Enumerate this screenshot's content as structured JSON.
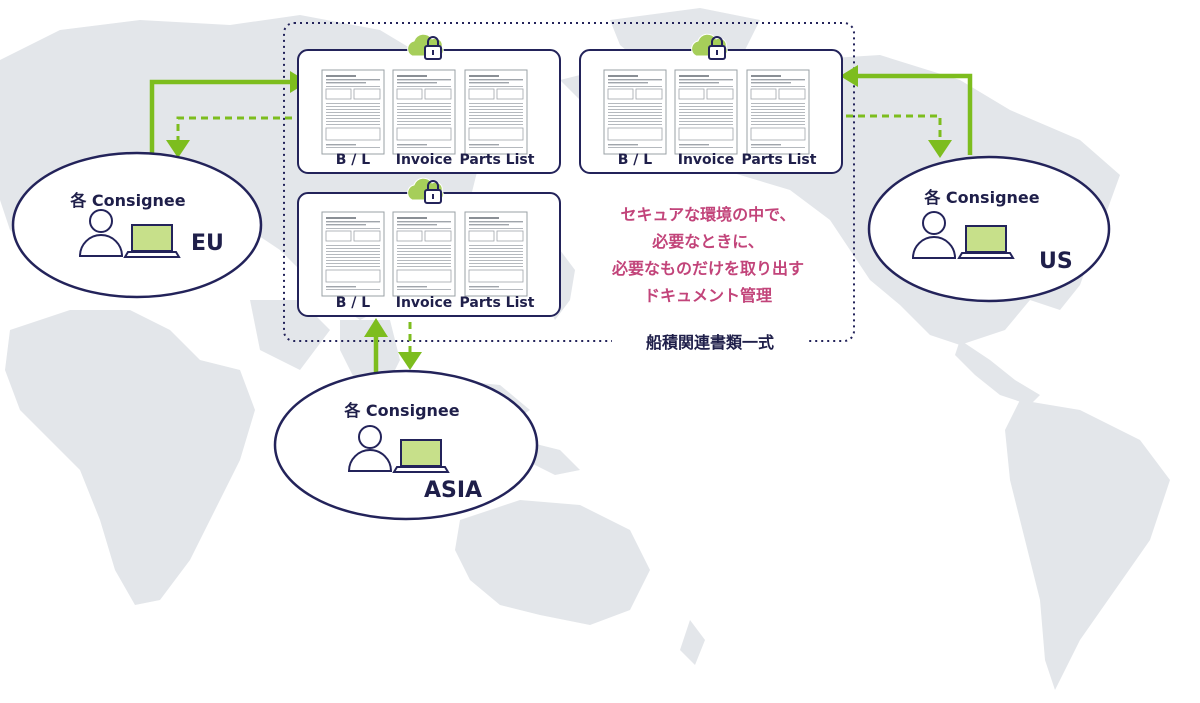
{
  "colors": {
    "map": "#e3e6ea",
    "navy": "#23235a",
    "green": "#7dbd1e",
    "message": "#c2447a",
    "screen": "#c7e08a",
    "cloud": "#a6ce5a"
  },
  "documents": {
    "bl": "B / L",
    "invoice": "Invoice",
    "parts": "Parts List"
  },
  "consignee": {
    "label": "各 Consignee",
    "regions": {
      "eu": "EU",
      "us": "US",
      "asia": "ASIA"
    }
  },
  "message": {
    "lines": [
      "セキュアな環境の中で、",
      "必要なときに、",
      "必要なものだけを取り出す",
      "ドキュメント管理"
    ]
  },
  "container_title": "船積関連書類一式",
  "icons": {
    "cloud": "cloud-lock-icon",
    "person": "person-icon",
    "laptop": "laptop-icon",
    "document": "document-thumbnail-icon"
  }
}
